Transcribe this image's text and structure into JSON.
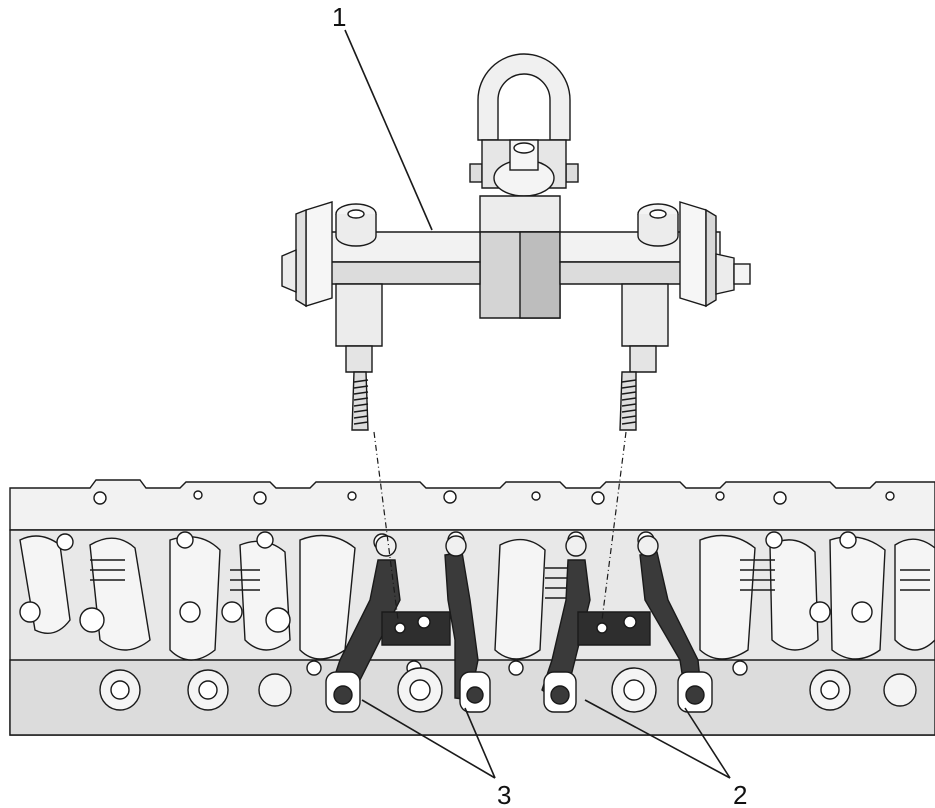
{
  "callouts": [
    {
      "id": "1",
      "text": "1"
    },
    {
      "id": "2",
      "text": "2"
    },
    {
      "id": "3",
      "text": "3"
    }
  ],
  "colors": {
    "part_light": "#ececec",
    "part_mid": "#cfcfcf",
    "part_dark": "#3a3a3a",
    "outline": "#1a1a1a"
  },
  "icons": {
    "tool": "lifting-tool-icon",
    "cylinder_head": "cylinder-head-icon"
  }
}
